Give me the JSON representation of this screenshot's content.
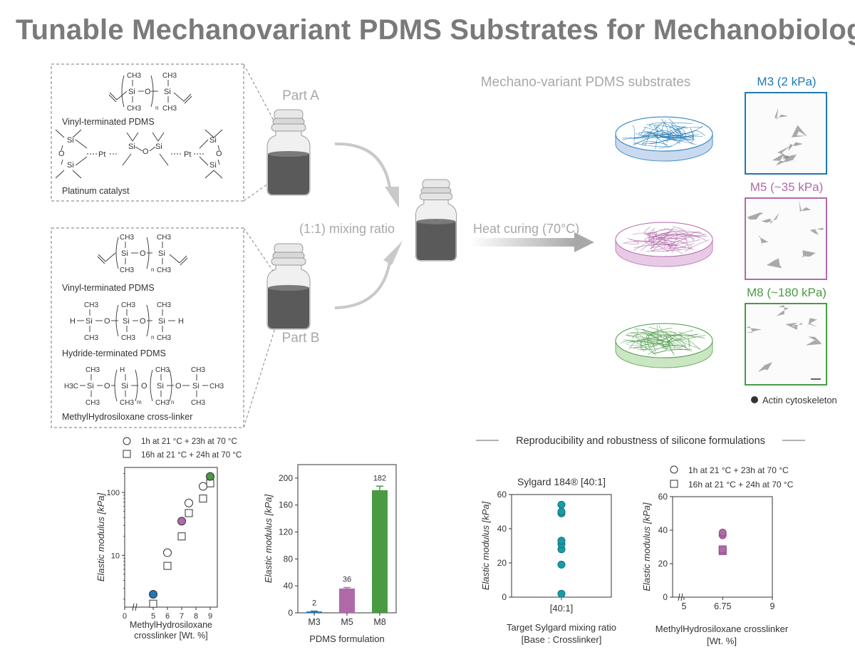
{
  "title": "Tunable Mechanovariant PDMS Substrates for Mechanobiology",
  "part_a": {
    "label": "Part A",
    "box_captions": [
      "Vinyl-terminated PDMS",
      "Platinum catalyst"
    ]
  },
  "part_b": {
    "label": "Part B",
    "box_captions": [
      "Vinyl-terminated PDMS",
      "Hydride-terminated PDMS",
      "MethylHydrosiloxane cross-linker"
    ]
  },
  "mixing_label": "(1:1) mixing ratio",
  "curing_label": "Heat curing (70°C)",
  "substrates_label": "Mechano-variant PDMS substrates",
  "chem_symbols": {
    "ch3": "CH3",
    "si": "Si",
    "o": "O",
    "pt": "Pt",
    "h": "H",
    "h3c": "H3C",
    "n": "n",
    "m": "m"
  },
  "substrates": [
    {
      "label": "M3 (2 kPa)",
      "color": "#1f78b4",
      "fill": "#bcd0ec"
    },
    {
      "label": "M5 (~35 kPa)",
      "color": "#b06aa8",
      "fill": "#e3bde0"
    },
    {
      "label": "M8 (~180 kPa)",
      "color": "#4a9a44",
      "fill": "#bfe0b5"
    }
  ],
  "actin_legend": "Actin cytoskeleton",
  "reproducibility_header": "Reproducibility and robustness of silicone formulations",
  "legend_conditions": [
    "1h at 21 °C + 23h at 70 °C",
    "16h at 21 °C + 24h at 70 °C"
  ],
  "chart_data": [
    {
      "type": "scatter",
      "ylabel": "Elastic modulus [kPa]",
      "xlabel": "MethylHydrosiloxane crosslinker [Wt. %]",
      "xlabel_lines": [
        "MethylHydrosiloxane",
        "crosslinker [Wt. %]"
      ],
      "y_scale": "log",
      "ylim": [
        1.5,
        250
      ],
      "x_ticks": [
        0,
        5,
        6,
        7,
        8,
        9
      ],
      "y_ticks": [
        10,
        100
      ],
      "series": [
        {
          "name": "1h at 21 °C + 23h at 70 °C",
          "marker": "circle",
          "points": [
            [
              5,
              2.4
            ],
            [
              6,
              11
            ],
            [
              7,
              35
            ],
            [
              7.5,
              68
            ],
            [
              8.5,
              125
            ],
            [
              9,
              180
            ]
          ],
          "filled": [
            0,
            2,
            5
          ],
          "fill_colors": [
            "#1f78b4",
            "#b06aa8",
            "#4a9a44"
          ]
        },
        {
          "name": "16h at 21 °C + 24h at 70 °C",
          "marker": "square",
          "points": [
            [
              5,
              1.7
            ],
            [
              6,
              6.8
            ],
            [
              7,
              20
            ],
            [
              7.5,
              47
            ],
            [
              8.5,
              80
            ],
            [
              9,
              140
            ]
          ]
        }
      ]
    },
    {
      "type": "bar",
      "ylabel": "Elastic modulus [kPa]",
      "xlabel": "PDMS formulation",
      "categories": [
        "M3",
        "M5",
        "M8"
      ],
      "values": [
        2,
        36,
        182
      ],
      "value_labels": [
        "2",
        "36",
        "182"
      ],
      "errors": [
        0.5,
        1.5,
        6
      ],
      "colors": [
        "#1f78b4",
        "#b06aa8",
        "#4a9a44"
      ],
      "ylim": [
        0,
        220
      ],
      "y_ticks": [
        0,
        40,
        80,
        120,
        160,
        200
      ]
    },
    {
      "type": "scatter",
      "title": "Sylgard 184® [40:1]",
      "ylabel": "Elastic modulus [kPa]",
      "xlabel_lines": [
        "Target Sylgard mixing ratio",
        "[Base : Crosslinker]"
      ],
      "categories": [
        "[40:1]"
      ],
      "values": [
        2,
        19,
        28,
        31,
        33,
        49,
        50,
        54
      ],
      "color": "#1a9aa8",
      "ylim": [
        0,
        60
      ],
      "y_ticks": [
        0,
        20,
        40,
        60
      ]
    },
    {
      "type": "scatter",
      "ylabel": "Elastic modulus [kPa]",
      "xlabel_lines": [
        "MethylHydrosiloxane crosslinker",
        "[Wt. %]"
      ],
      "x_ticks": [
        5,
        6.75,
        9
      ],
      "x_tick_labels": [
        "5",
        "6.75",
        "9"
      ],
      "ylim": [
        0,
        60
      ],
      "y_ticks": [
        0,
        20,
        40,
        60
      ],
      "series": [
        {
          "name": "1h at 21 °C + 23h at 70 °C",
          "marker": "circle",
          "x": 6.75,
          "values": [
            37,
            38.5
          ]
        },
        {
          "name": "16h at 21 °C + 24h at 70 °C",
          "marker": "square",
          "x": 6.75,
          "values": [
            27.5,
            28.5
          ]
        }
      ],
      "color": "#b06aa8"
    }
  ]
}
